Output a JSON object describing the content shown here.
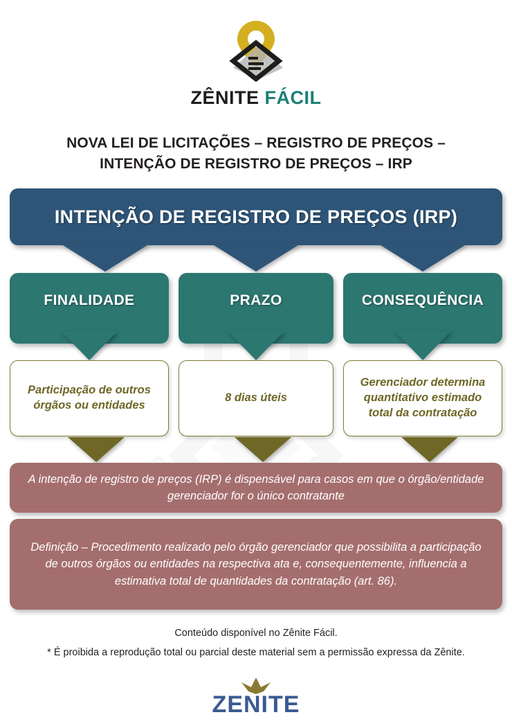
{
  "brand": {
    "logo_word_1": "ZÊNITE ",
    "logo_word_2": "FÁCIL",
    "logo_mark_name": "zenite-facil-pin-logo",
    "watermark_text": "ZÊNITE FÁCIL",
    "footer_logo_text": "ZENITE",
    "colors": {
      "navy": "#2E5578",
      "teal": "#2C7770",
      "olive": "#6E6726",
      "olive_border": "#807A33",
      "mauve": "#A56E6E",
      "gold": "#D4AF1F",
      "teal_word": "#1B7F76",
      "footer_blue": "#3B5A92"
    }
  },
  "title": "NOVA LEI DE LICITAÇÕES – REGISTRO DE PREÇOS – INTENÇÃO DE REGISTRO DE PREÇOS – IRP",
  "flow": {
    "root": {
      "label": "INTENÇÃO DE REGISTRO DE PREÇOS (IRP)"
    },
    "columns": [
      {
        "heading": "FINALIDADE",
        "detail": "Participação de outros órgãos ou entidades"
      },
      {
        "heading": "PRAZO",
        "detail": "8 dias úteis"
      },
      {
        "heading": "CONSEQUÊNCIA",
        "detail": "Gerenciador determina quantitativo estimado total da contratação"
      }
    ],
    "notes": [
      "A intenção de registro de preços (IRP) é dispensável para casos em que o órgão/entidade gerenciador for o único contratante",
      "Definição – Procedimento realizado pelo órgão gerenciador que possibilita a participação de outros órgãos ou entidades na respectiva ata e, consequentemente, influencia a estimativa total de quantidades da contratação (art. 86)."
    ]
  },
  "footer": {
    "line1": "Conteúdo disponível no Zênite Fácil.",
    "line2": "* É proibida a reprodução total ou parcial deste material sem a permissão expressa da Zênite."
  }
}
